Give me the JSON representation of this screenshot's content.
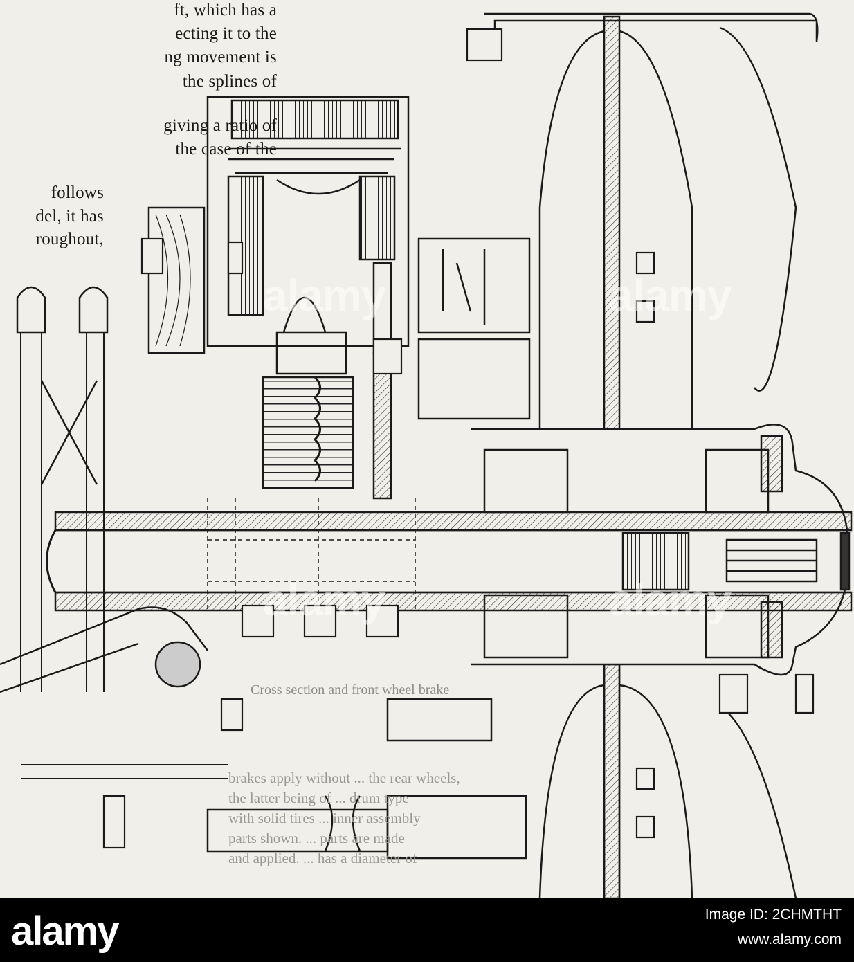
{
  "text_left": [
    "ft, which has a",
    "ecting it to the",
    "ng movement is",
    "the splines of",
    "giving a ratio of",
    "the case of the",
    "follows",
    "del, it has",
    "roughout,"
  ],
  "caption": "Cross section and front wheel brake",
  "text_bottom": [
    "brakes apply without ... the rear wheels,",
    "the latter being of ... drum type",
    "with solid tires ... inner assembly",
    "parts shown. ... parts are made",
    "and applied. ... has a diameter of"
  ],
  "watermark": "alamy",
  "footer": {
    "logo": "alamy",
    "image_id": "Image ID: 2CHMTHT",
    "url": "www.alamy.com"
  }
}
